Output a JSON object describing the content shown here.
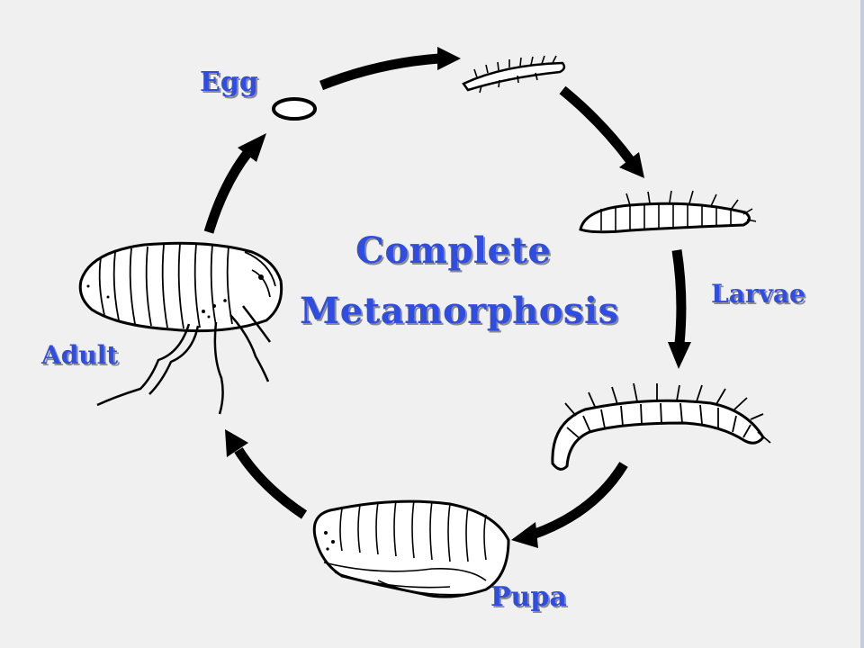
{
  "diagram": {
    "title_line1": "Complete",
    "title_line2": "Metamorphosis",
    "stages": {
      "egg": "Egg",
      "larvae": "Larvae",
      "pupa": "Pupa",
      "adult": "Adult"
    },
    "colors": {
      "label": "#2f4de0",
      "label_shadow": "#8a8a8a",
      "arrow": "#000000",
      "background": "#f0f0f0"
    },
    "icons": [
      "egg-icon",
      "larva-small-icon",
      "larva-medium-icon",
      "larva-large-icon",
      "pupa-icon",
      "adult-flea-icon"
    ]
  }
}
